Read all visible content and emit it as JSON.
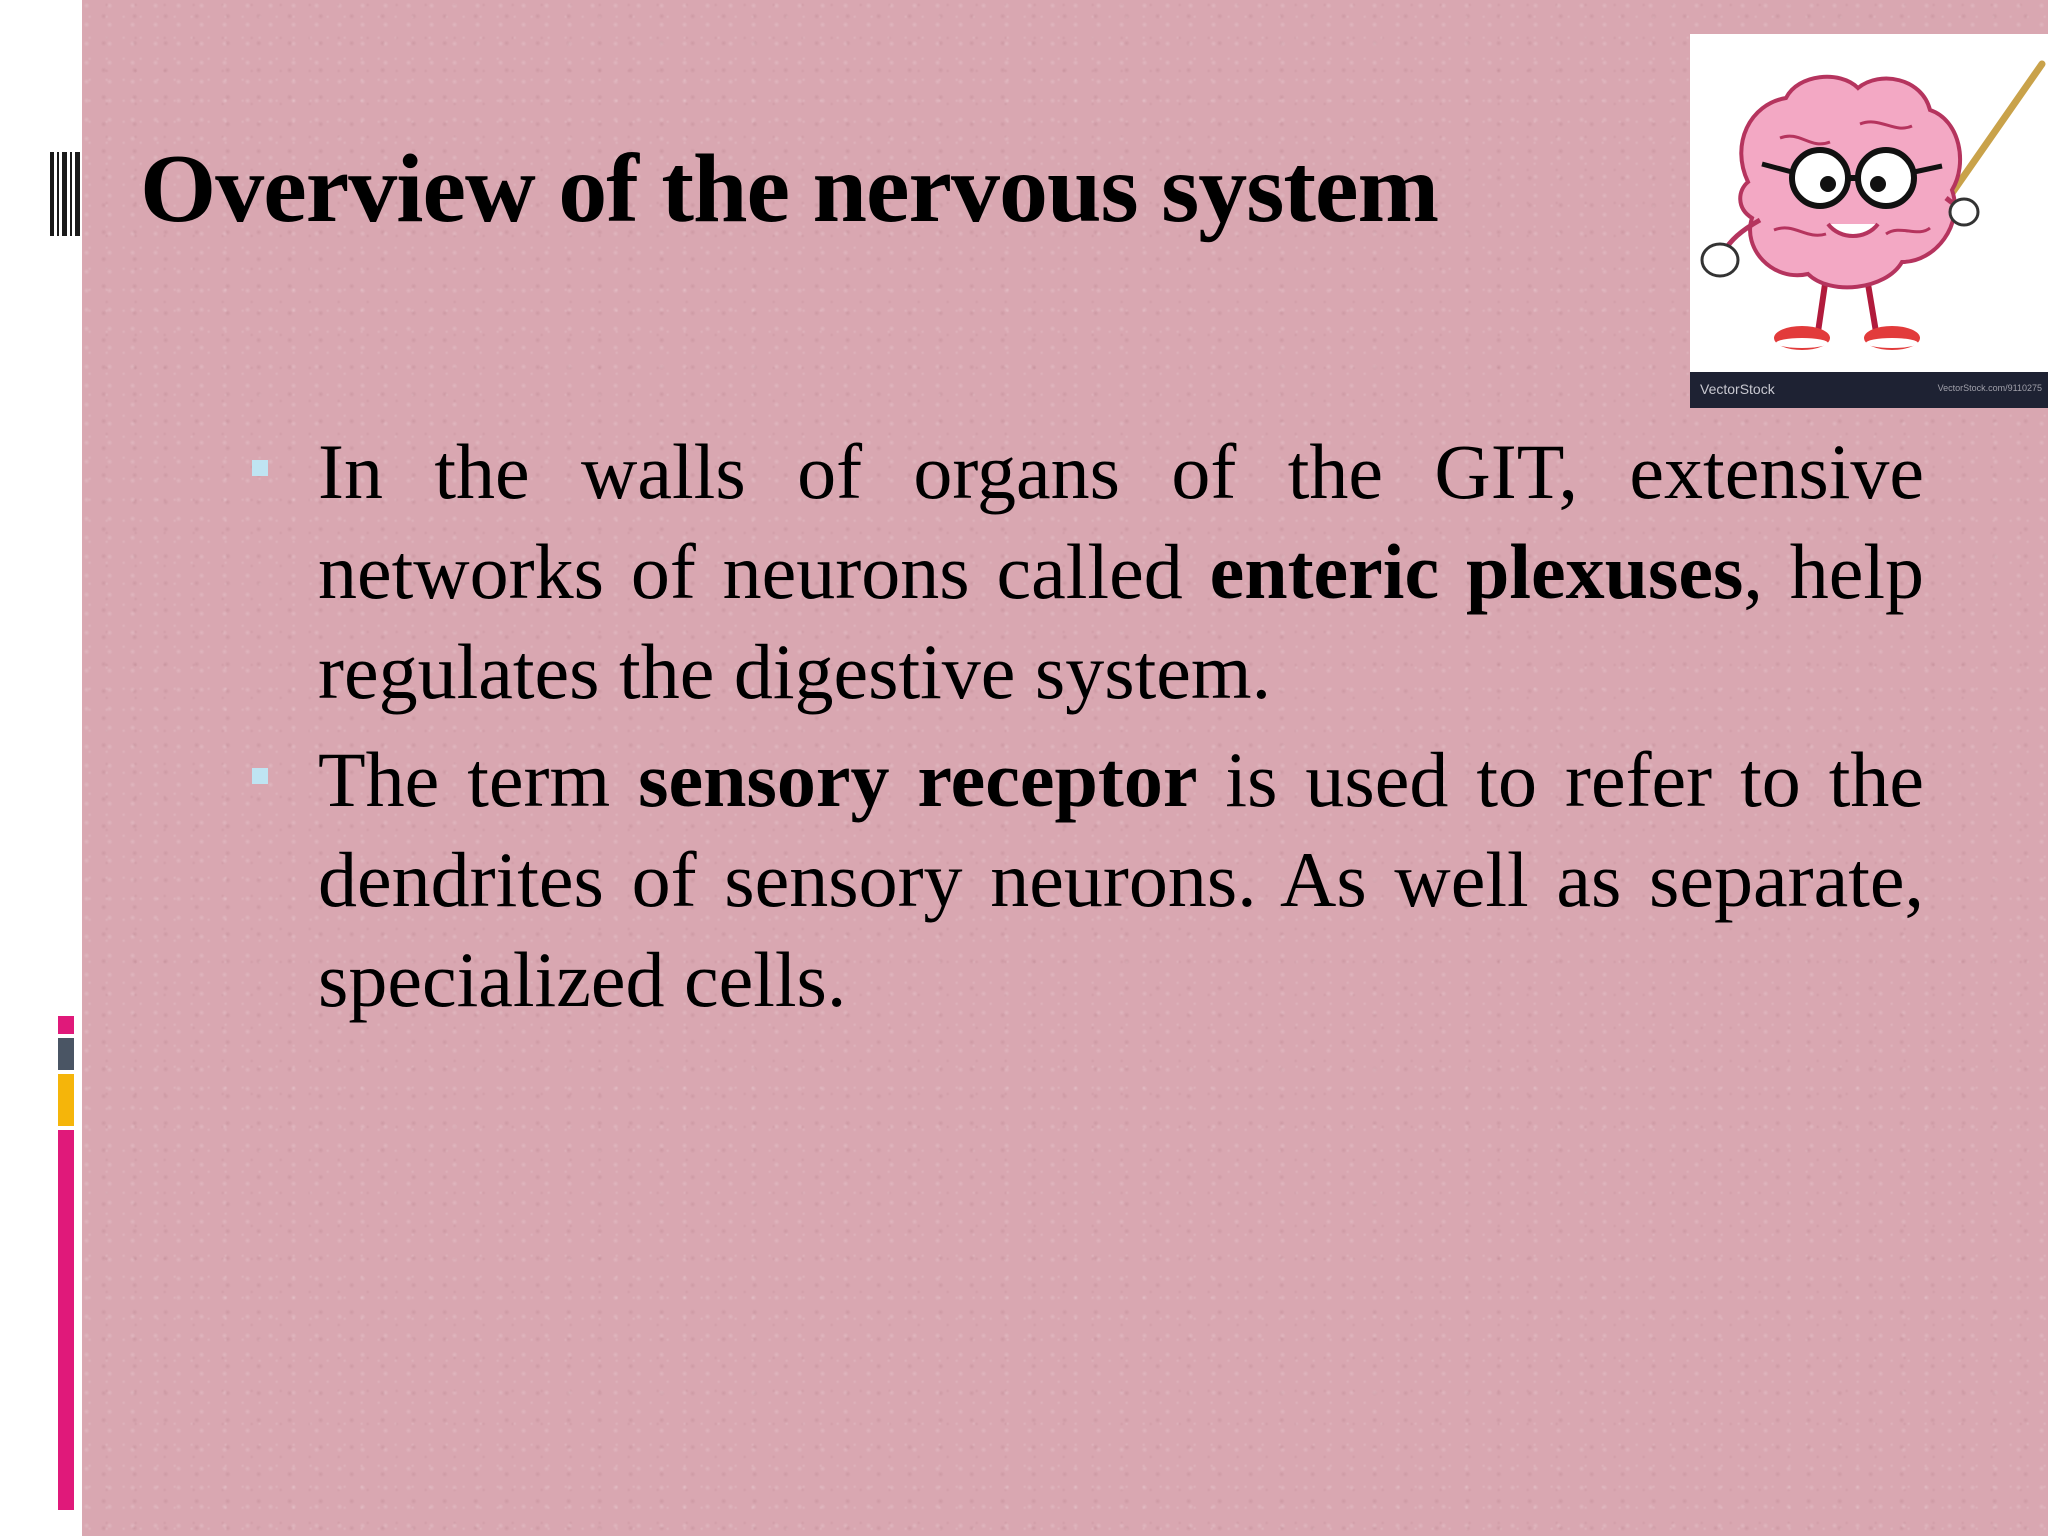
{
  "slide": {
    "title": "Overview of the nervous system",
    "bullets": [
      {
        "pre": "In the walls of organs of the GIT, extensive networks of neurons called ",
        "bold": "enteric plexuses",
        "post": ", help regulates the digestive system."
      },
      {
        "pre": "The term ",
        "bold": "sensory receptor",
        "post": " is used to refer to the dendrites of sensory neurons. As well as separate, specialized cells."
      }
    ]
  },
  "image": {
    "icon": "brain-teacher-mascot-icon",
    "watermark_brand": "VectorStock",
    "watermark_ref": "VectorStock.com/9110275"
  },
  "colors": {
    "background": "#d9a7b1",
    "bullet": "#bfe4f2",
    "accent_pink": "#e0197a",
    "accent_gray": "#4a5564",
    "accent_gold": "#f5b50a"
  }
}
